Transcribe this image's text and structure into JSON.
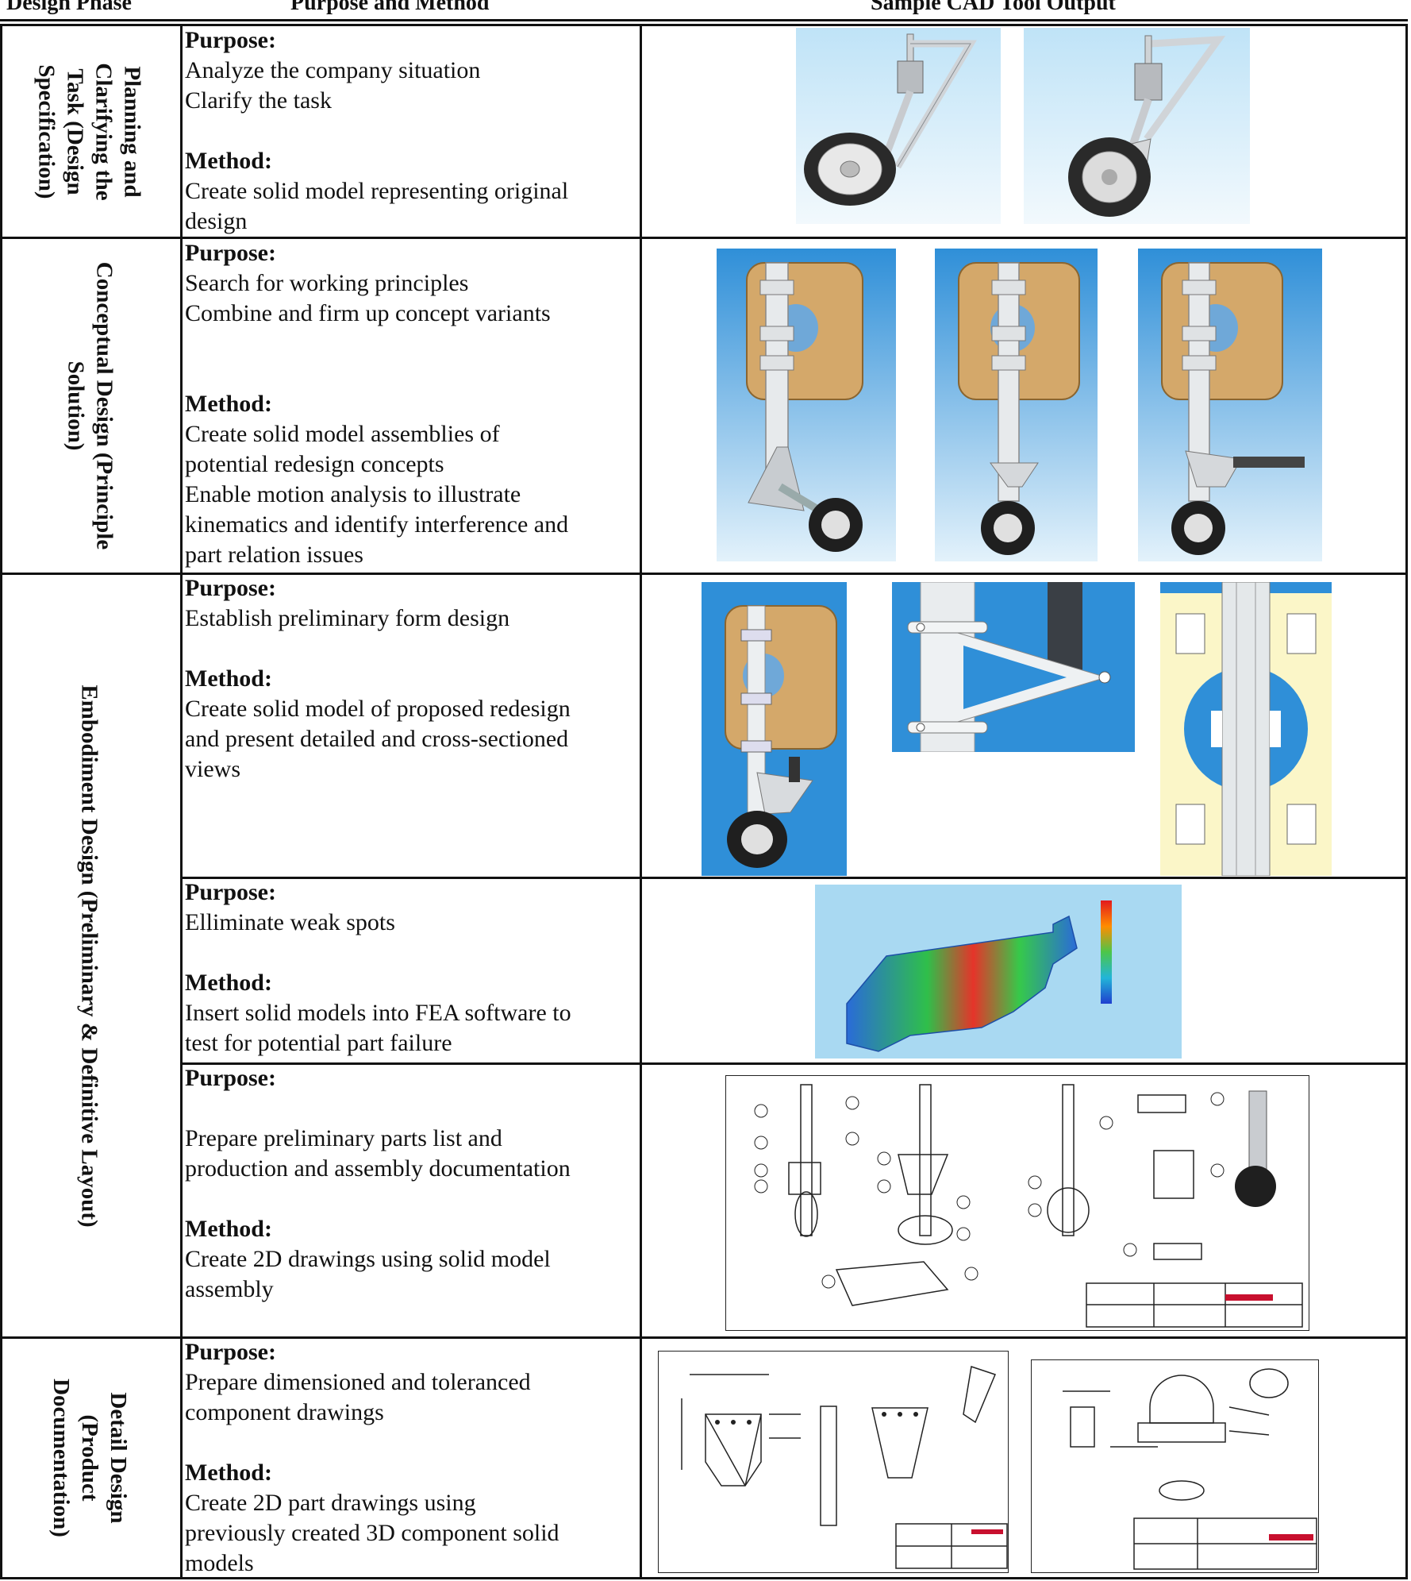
{
  "header": {
    "col1": "Design Phase",
    "col2": "Purpose and Method",
    "col3": "Sample CAD Tool Output"
  },
  "rows": [
    {
      "phase": [
        "Planning and",
        "Clarifying the",
        "Task (Design",
        "Specification)"
      ],
      "purpose_label": "Purpose:",
      "purpose": [
        "Analyze the company situation",
        "Clarify the task"
      ],
      "method_label": "Method:",
      "method": [
        "Create solid model representing original",
        "design"
      ]
    },
    {
      "phase": [
        "Conceptual Design (Principle",
        "Solution)"
      ],
      "purpose_label": "Purpose:",
      "purpose": [
        "Search for working principles",
        "Combine and firm up concept variants"
      ],
      "method_label": "Method:",
      "method": [
        "Create solid model assemblies of",
        "potential redesign concepts",
        "Enable motion analysis to illustrate",
        "kinematics and identify interference and",
        "part relation issues"
      ]
    },
    {
      "phase": [
        "Embodiment Design (Preliminary & Definitive Layout)"
      ],
      "purpose_label": "Purpose:",
      "purpose": [
        "Establish preliminary form design"
      ],
      "method_label": "Method:",
      "method": [
        "Create solid model of proposed redesign",
        "and present detailed and cross-sectioned",
        "views"
      ]
    },
    {
      "purpose_label": "Purpose:",
      "purpose": [
        "Elliminate weak spots"
      ],
      "method_label": "Method:",
      "method": [
        "Insert solid models into FEA software to",
        "test for potential part failure"
      ]
    },
    {
      "purpose_label": "Purpose:",
      "purpose": [
        "Prepare preliminary parts list and",
        "production and assembly documentation"
      ],
      "method_label": "Method:",
      "method": [
        "Create 2D drawings using solid model",
        "assembly"
      ]
    },
    {
      "phase": [
        "Detail Design",
        "(Product",
        "Documentation)"
      ],
      "purpose_label": "Purpose:",
      "purpose": [
        "Prepare dimensioned and toleranced",
        "component drawings"
      ],
      "method_label": "Method:",
      "method": [
        "Create 2D part drawings using",
        "previously created 3D component solid",
        "models"
      ]
    }
  ],
  "colors": {
    "sky_top": "#2f8fd8",
    "sky_bottom": "#e3f2fb",
    "plate": "#d4a86a",
    "fea_bg": "#a9d9f2",
    "cream": "#fbf6c8"
  }
}
